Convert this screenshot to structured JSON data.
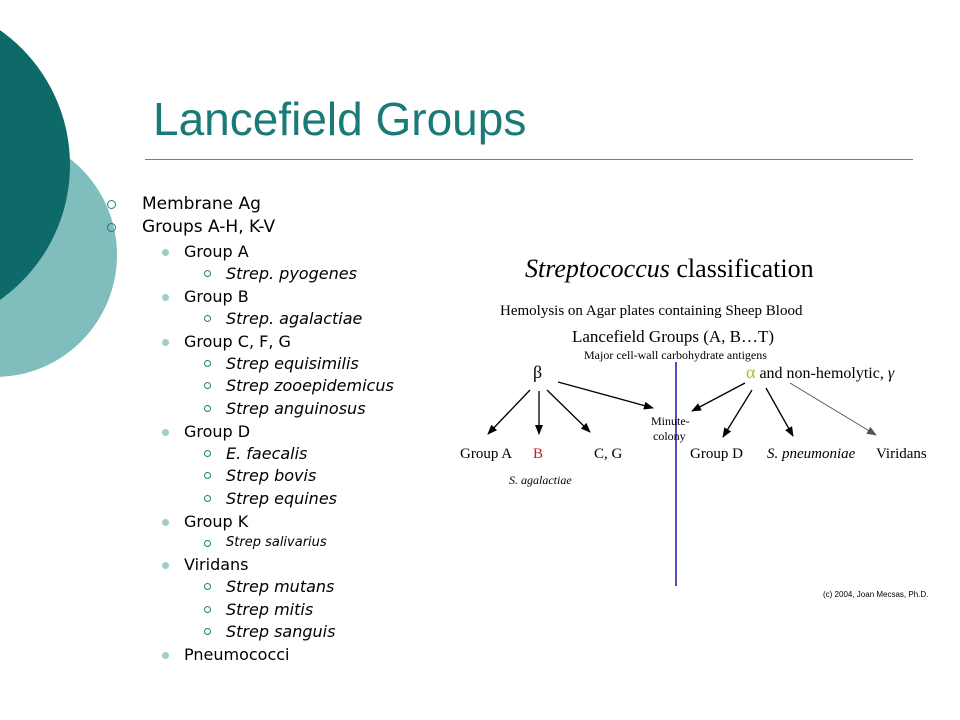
{
  "colors": {
    "teal_dark": "#0e6a68",
    "teal_light": "#7fbebc",
    "title": "#1a7a78",
    "bullet_teal": "#1e7e7c",
    "bullet_light": "#9fcdcb",
    "divider": "#5050c0"
  },
  "slide": {
    "title": "Lancefield Groups"
  },
  "bullets": {
    "membrane": "Membrane Ag",
    "groups": "Groups A-H, K-V",
    "group_a": "Group A",
    "group_a_items": [
      "Strep. pyogenes"
    ],
    "group_b": "Group B",
    "group_b_items": [
      "Strep. agalactiae"
    ],
    "group_cfg": "Group C, F, G",
    "group_cfg_items": [
      "Strep equisimilis",
      "Strep zooepidemicus",
      "Strep anguinosus"
    ],
    "group_d": "Group D",
    "group_d_items": [
      "E. faecalis",
      "Strep bovis",
      "Strep equines"
    ],
    "group_k": "Group K",
    "group_k_items": [
      "Strep salivarius"
    ],
    "viridans": "Viridans",
    "viridans_items": [
      "Strep mutans",
      "Strep mitis",
      "Strep sanguis"
    ],
    "pneumococci": "Pneumococci"
  },
  "diagram": {
    "title_italic": "Streptococcus",
    "title_rest": " classification",
    "subtitle": "Hemolysis on Agar plates containing Sheep Blood",
    "lancefield": "Lancefield Groups (A, B…T)",
    "antigens": "Major cell-wall carbohydrate antigens",
    "beta": "β",
    "alpha": "α",
    "non_hemolytic": " and non-hemolytic, ",
    "gamma": "γ",
    "minute": "Minute-",
    "colony": "colony",
    "group_a": "Group A",
    "b": "B",
    "cg": "C, G",
    "group_d": "Group D",
    "s_pneumoniae": "S. pneumoniae",
    "viridans": "Viridans",
    "s_agalactiae": "S. agalactiae",
    "credit": "(c) 2004, Joan Mecsas, Ph.D."
  }
}
